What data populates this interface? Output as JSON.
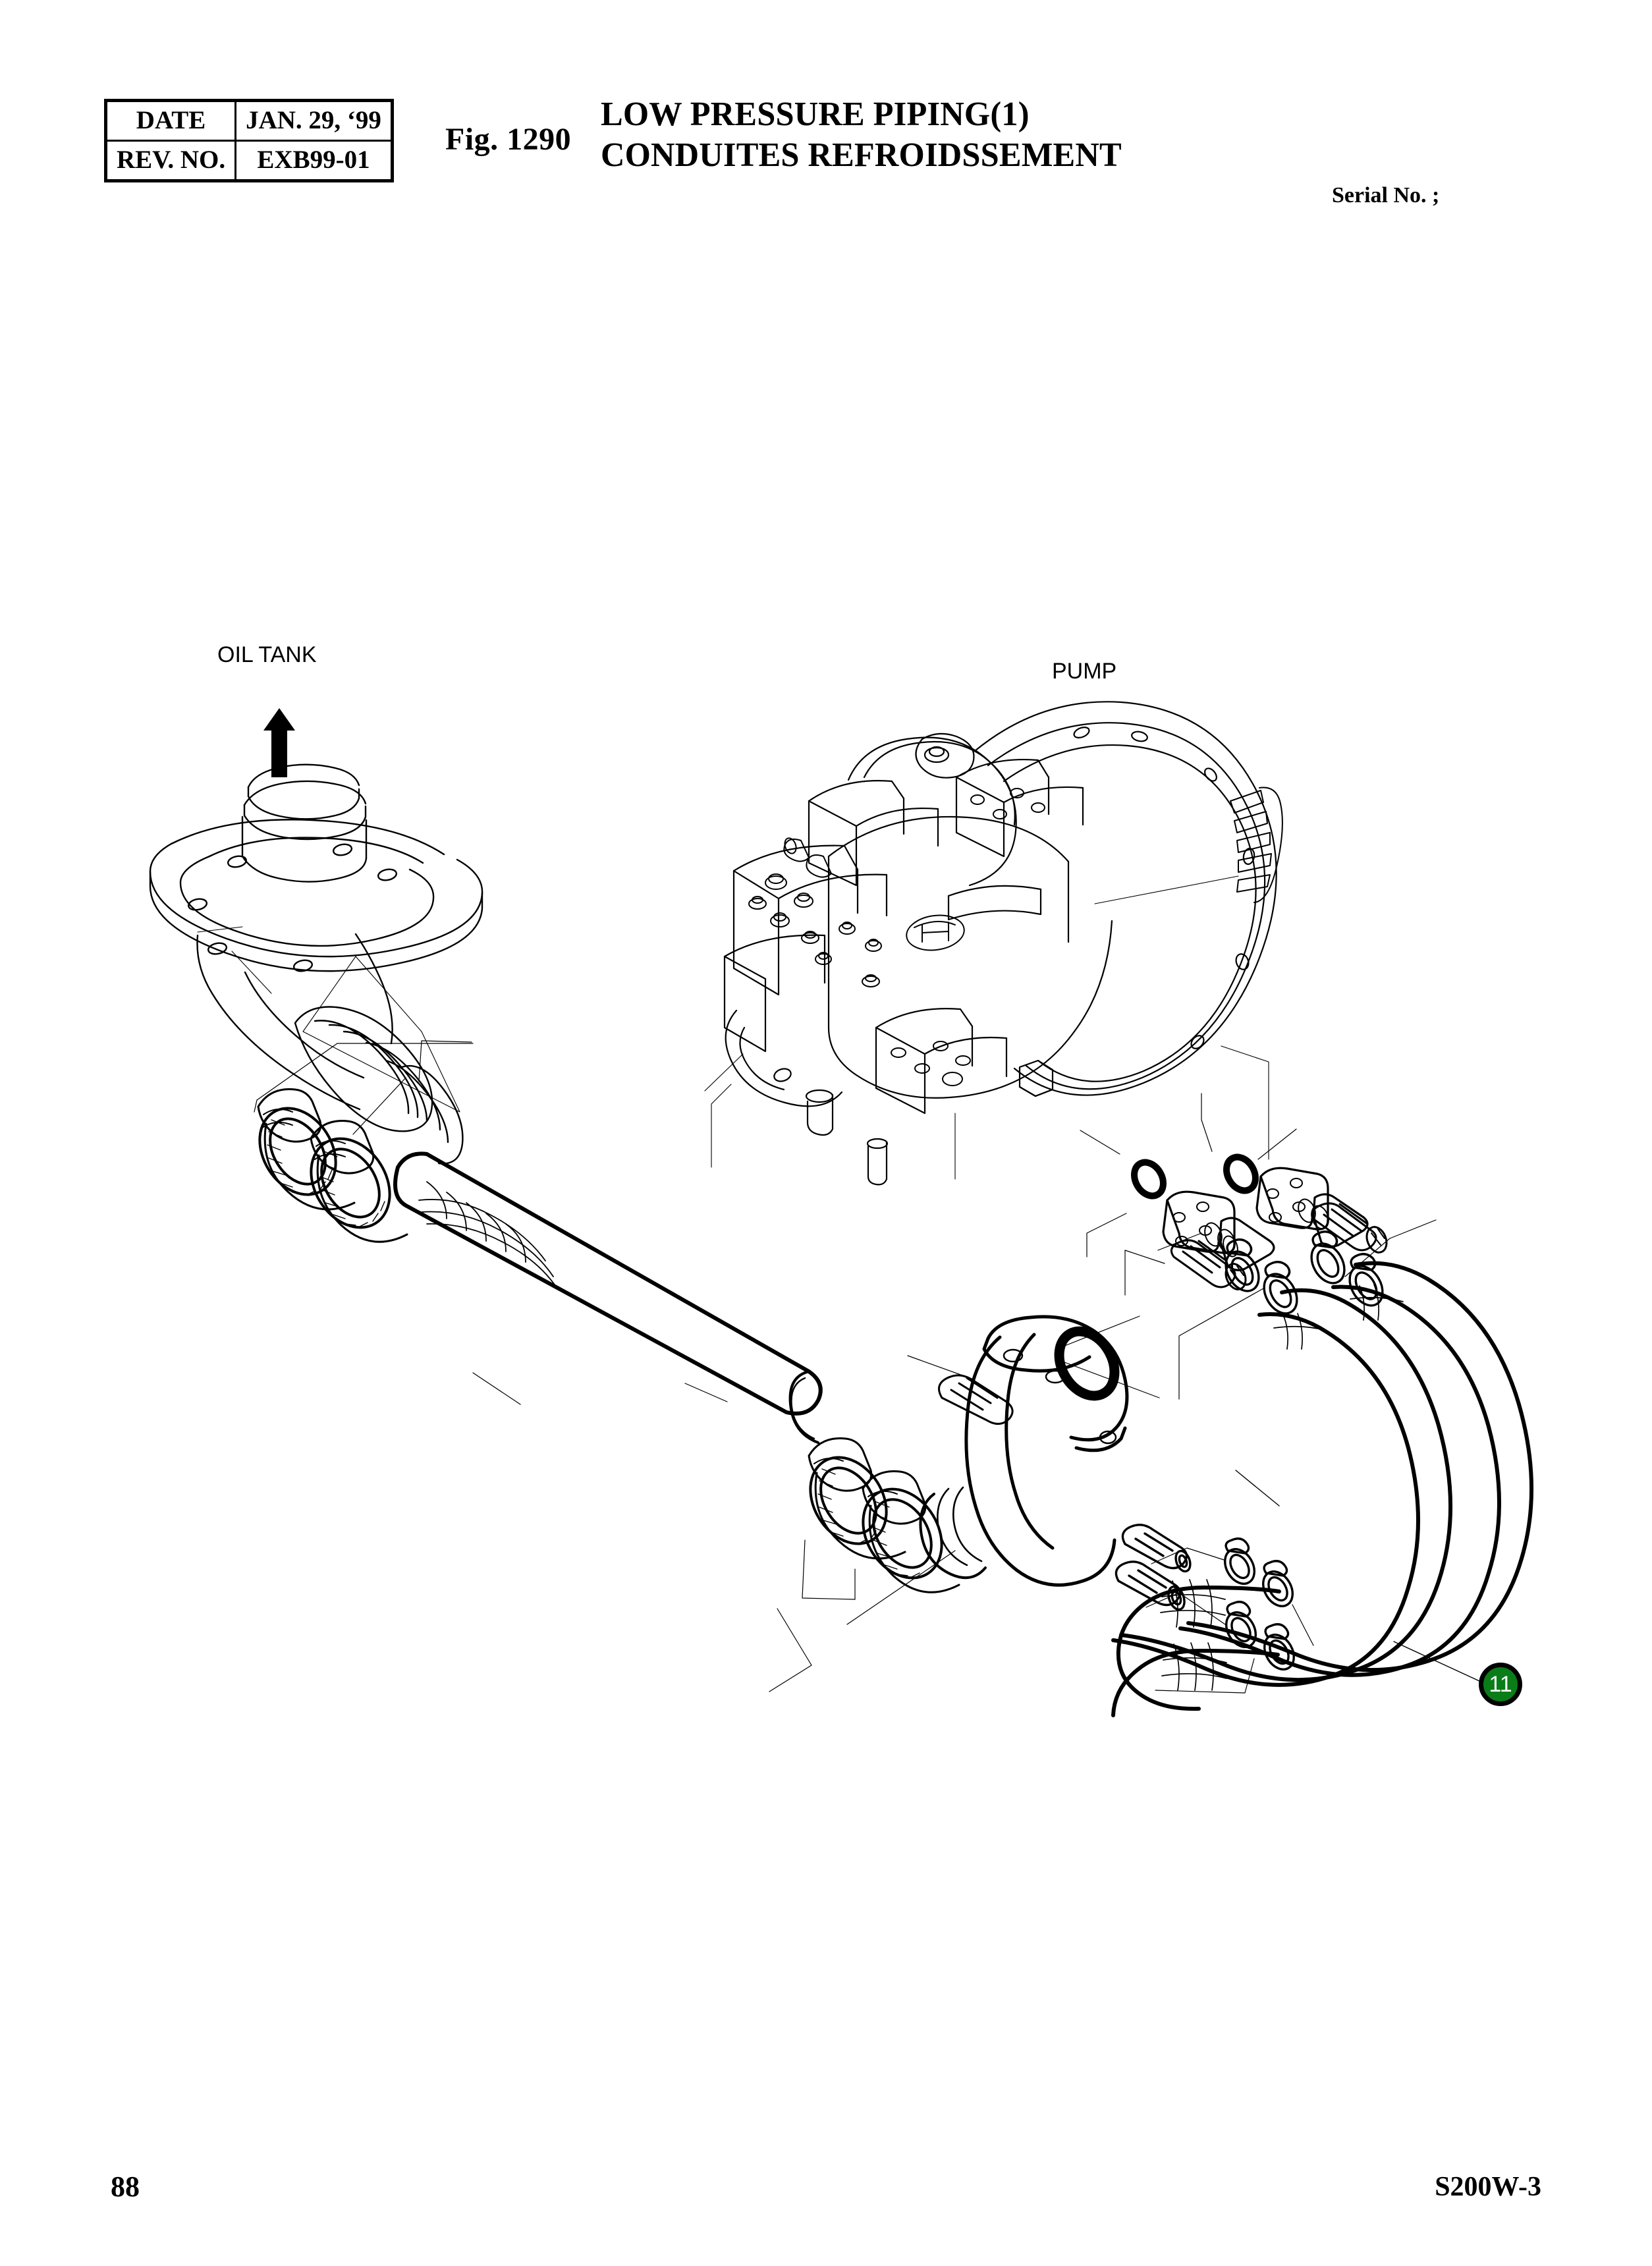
{
  "document": {
    "page_number": "88",
    "model_code": "S200W-3",
    "serial_label": "Serial No. ;"
  },
  "revision_table": {
    "rows": [
      {
        "key": "DATE",
        "value": "JAN. 29, ‘99"
      },
      {
        "key": "REV. NO.",
        "value": "EXB99-01"
      }
    ]
  },
  "title_block": {
    "figure_number": "Fig. 1290",
    "title_en": "LOW PRESSURE PIPING(1)",
    "title_fr": "CONDUITES REFROIDSSEMENT"
  },
  "diagram": {
    "labels": [
      {
        "name": "oil-tank",
        "text": "OIL TANK"
      },
      {
        "name": "pump",
        "text": "PUMP"
      }
    ],
    "callouts": [
      {
        "number": "11",
        "color": "#0A7D18",
        "border": "#000000",
        "text_color": "#FFFFFF"
      }
    ],
    "components": [
      "oil-tank-flange-elbow",
      "hydraulic-pump-assembly",
      "suction-hose-large",
      "hose-clamp-band",
      "elbow-flange-pipe",
      "o-ring-seal",
      "flange-block-bolted",
      "socket-head-bolt",
      "small-hose-clamp",
      "return-hose-curved"
    ]
  },
  "colors": {
    "line": "#000000",
    "paper": "#FFFFFF",
    "callout_green": "#0A7D18"
  }
}
